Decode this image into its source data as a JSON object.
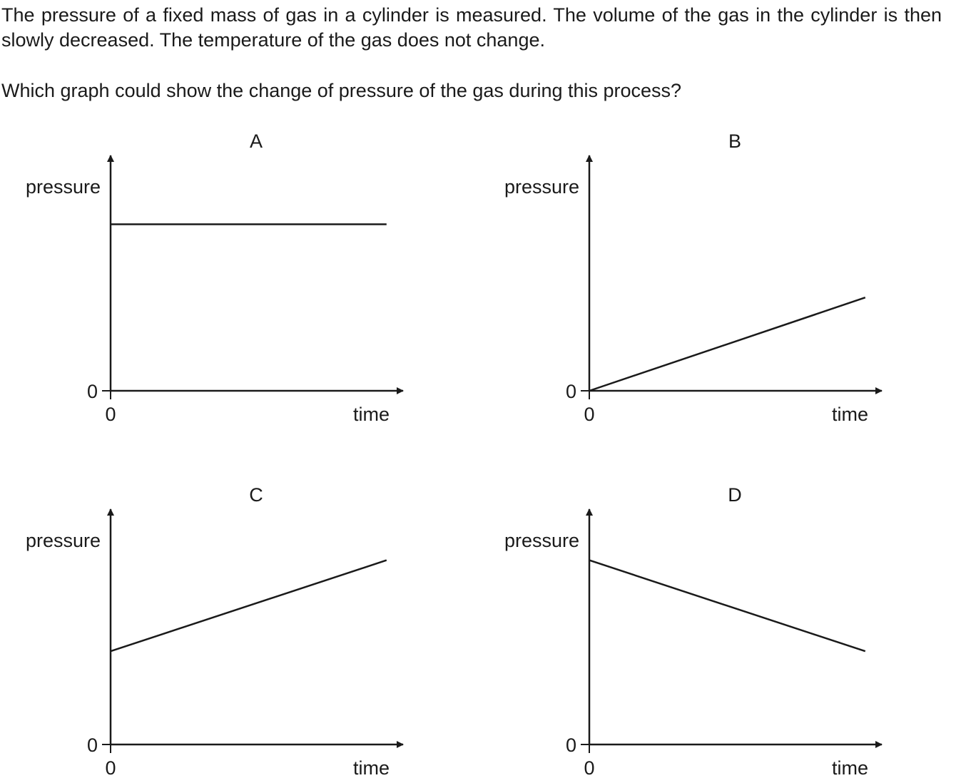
{
  "question": {
    "line1": "The pressure of a fixed mass of gas in a cylinder is measured. The volume of the gas in the cylinder is then slowly decreased. The temperature of the gas does not change.",
    "line2": "Which graph could show the change of pressure of the gas during this process?"
  },
  "chart_data": [
    {
      "type": "line",
      "title": "A",
      "xlabel": "time",
      "ylabel": "pressure",
      "x_origin_label": "0",
      "y_origin_label": "0",
      "series": [
        {
          "x": [
            0,
            1
          ],
          "y": [
            0.75,
            0.75
          ]
        }
      ],
      "xlim": [
        0,
        1.06
      ],
      "ylim": [
        0,
        1.06
      ],
      "grid": false
    },
    {
      "type": "line",
      "title": "B",
      "xlabel": "time",
      "ylabel": "pressure",
      "x_origin_label": "0",
      "y_origin_label": "0",
      "series": [
        {
          "x": [
            0,
            1
          ],
          "y": [
            0,
            0.42
          ]
        }
      ],
      "xlim": [
        0,
        1.06
      ],
      "ylim": [
        0,
        1.06
      ],
      "grid": false
    },
    {
      "type": "line",
      "title": "C",
      "xlabel": "time",
      "ylabel": "pressure",
      "x_origin_label": "0",
      "y_origin_label": "0",
      "series": [
        {
          "x": [
            0,
            1
          ],
          "y": [
            0.42,
            0.83
          ]
        }
      ],
      "xlim": [
        0,
        1.06
      ],
      "ylim": [
        0,
        1.06
      ],
      "grid": false
    },
    {
      "type": "line",
      "title": "D",
      "xlabel": "time",
      "ylabel": "pressure",
      "x_origin_label": "0",
      "y_origin_label": "0",
      "series": [
        {
          "x": [
            0,
            1
          ],
          "y": [
            0.83,
            0.42
          ]
        }
      ],
      "xlim": [
        0,
        1.06
      ],
      "ylim": [
        0,
        1.06
      ],
      "grid": false
    }
  ]
}
